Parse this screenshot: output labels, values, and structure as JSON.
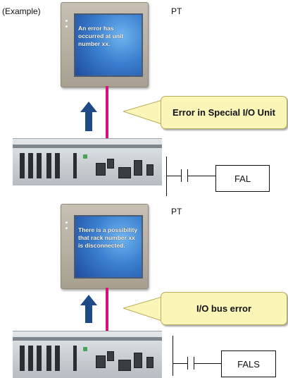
{
  "example_label": "(Example)",
  "panels": [
    {
      "pt_label": "PT",
      "screen_message": "An error has occurred at unit number xx.",
      "callout": "Error in Special I/O Unit",
      "instruction": "FAL"
    },
    {
      "pt_label": "PT",
      "screen_message": "There is a possibility that rack number xx is disconnected.",
      "callout": "I/O bus error",
      "instruction": "FALS"
    }
  ],
  "colors": {
    "cable": "#d6127a",
    "arrow": "#1f4a88",
    "callout_fill": "#fbf5b8",
    "screen": "#3b7fd0"
  }
}
